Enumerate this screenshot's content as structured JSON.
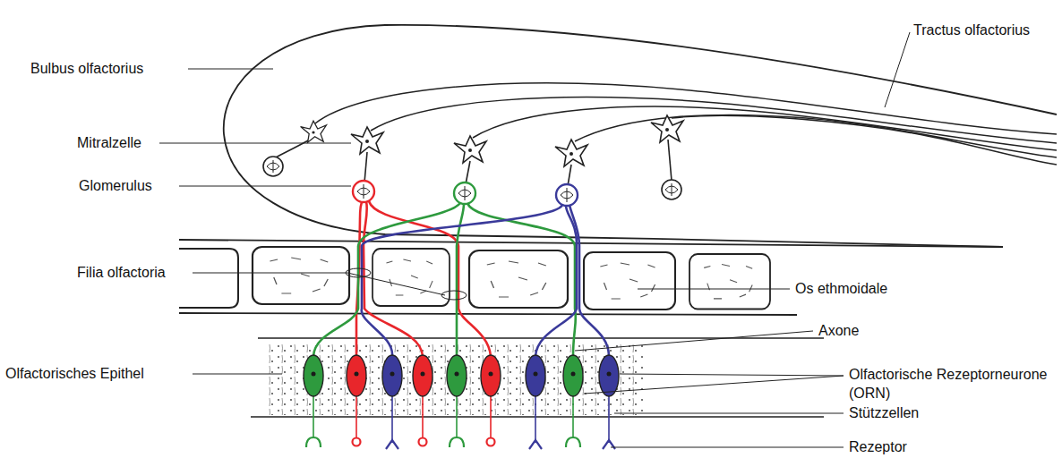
{
  "diagram": {
    "labels": [
      "Tractus olfactorius",
      "Bulbus olfactorius",
      "Mitralzelle",
      "Glomerulus",
      "Filia olfactoria",
      "Os ethmoidale",
      "Axone",
      "Olfactorisches Epithel",
      "Olfactorische Rezeptorneurone (ORN)",
      "Stützzellen",
      "Rezeptor"
    ]
  }
}
